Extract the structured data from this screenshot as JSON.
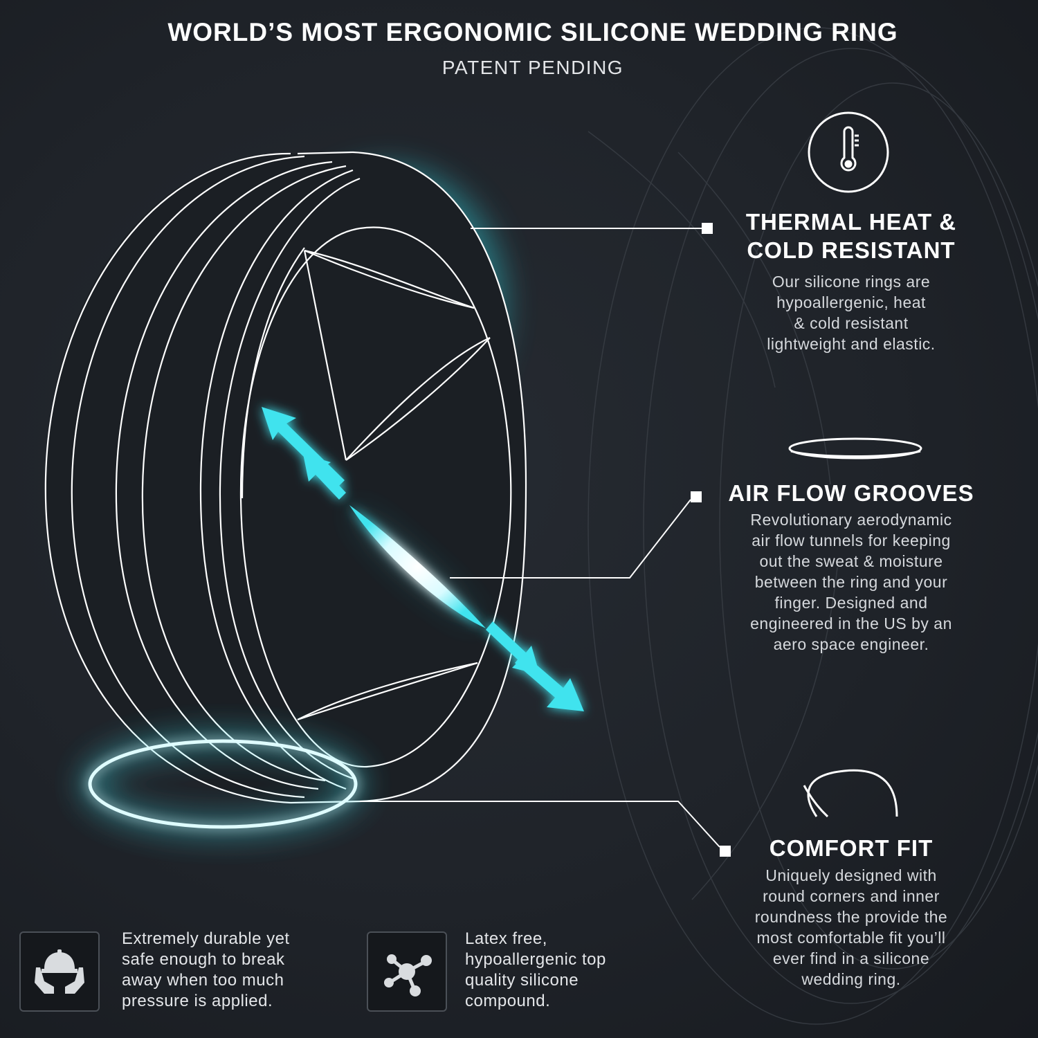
{
  "header": {
    "title": "WORLD’S MOST ERGONOMIC SILICONE WEDDING RING",
    "subtitle": "PATENT PENDING"
  },
  "colors": {
    "background": "#1e2228",
    "accent_glow": "#3fe3ee",
    "line": "#ffffff"
  },
  "features": [
    {
      "icon": "thermometer-icon",
      "title_line1": "THERMAL HEAT &",
      "title_line2": "COLD RESISTANT",
      "desc": [
        "Our silicone rings are",
        "hypoallergenic,  heat",
        "& cold resistant",
        "lightweight and elastic."
      ]
    },
    {
      "icon": "groove-ellipse-icon",
      "title_line1": "AIR FLOW GROOVES",
      "desc": [
        "Revolutionary aerodynamic",
        "air flow tunnels for keeping",
        "out the sweat & moisture",
        "between the ring and your",
        "finger. Designed and",
        "engineered in the US by an",
        "aero space engineer."
      ]
    },
    {
      "icon": "rounded-profile-icon",
      "title_line1": "COMFORT FIT",
      "desc": [
        "Uniquely designed with",
        "round corners and inner",
        "roundness the provide the",
        "most comfortable fit you’ll",
        "ever find in a silicone",
        "wedding ring."
      ]
    }
  ],
  "bottom": [
    {
      "icon": "hard-hat-hands-icon",
      "lines": [
        "Extremely durable yet",
        "safe enough to break",
        "away when too much",
        "pressure is applied."
      ]
    },
    {
      "icon": "molecule-icon",
      "lines": [
        "Latex free,",
        "hypoallergenic top",
        "quality silicone",
        "compound."
      ]
    }
  ]
}
